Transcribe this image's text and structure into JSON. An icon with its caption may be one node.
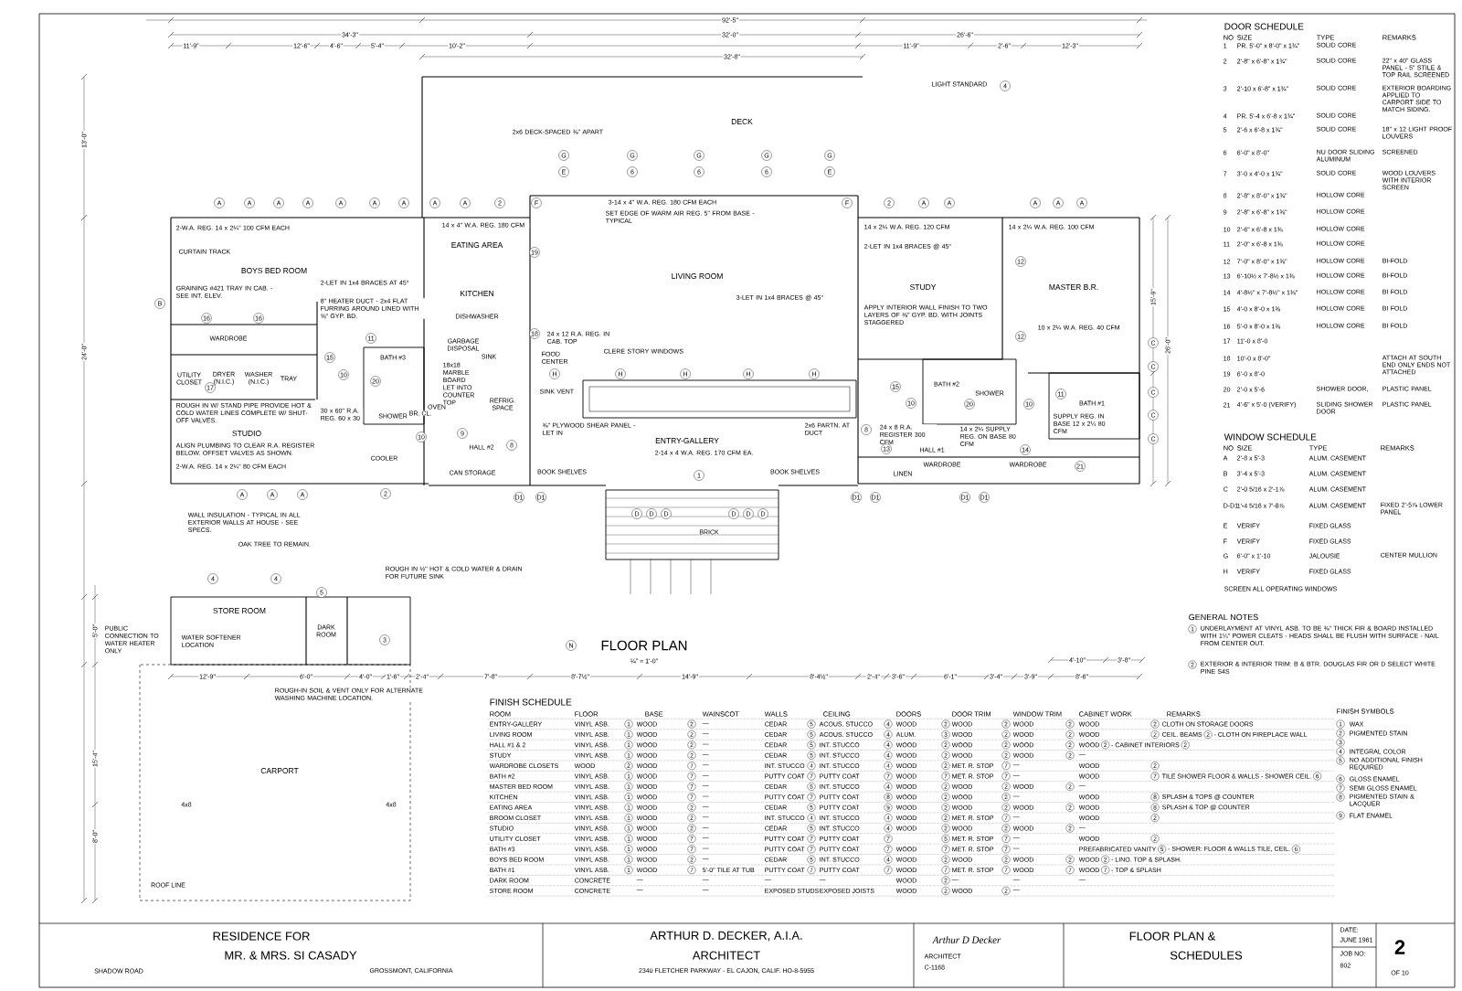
{
  "diagram": {
    "labels": [
      "92'-5\"",
      "34'-3\"",
      "32'-0\"",
      "26'-6\"",
      "11'-9\"",
      "12'-6\"",
      "4'-6\"",
      "5'-4\"",
      "10'-2\"",
      "11'-9\"",
      "2'-6\"",
      "12'-3\"",
      "32'-8\"",
      "12'-9\"",
      "6'-0\"",
      "4'-0\"",
      "1'-6\"",
      "2'-4\"",
      "7'-8\"",
      "8'-7½\"",
      "14'-9\"",
      "8'-4½\"",
      "2'-4\"",
      "3'-6\"",
      "6'-1\"",
      "3'-4\"",
      "3'-9\"",
      "8'-6\"",
      "4'-10\"",
      "3'-8\"",
      "13'-0\"",
      "24'-0\"",
      "5'-0\"",
      "15'-4\"",
      "8'-0\"",
      "15'-9\"",
      "26'-0\"",
      "DECK",
      "LIVING ROOM",
      "STUDY",
      "MASTER B.R.",
      "BOYS BED ROOM",
      "KITCHEN",
      "EATING AREA",
      "STUDIO",
      "ENTRY-GALLERY",
      "CARPORT",
      "STORE ROOM",
      "BATH #3",
      "BR. CL.",
      "HALL #2",
      "SHOWER",
      "WARDROBE",
      "UTILITY CLOSET",
      "DRYER (N.I.C.)",
      "WASHER (N.I.C.)",
      "TRAY",
      "DISHWASHER",
      "GARBAGE DISPOSAL",
      "SINK",
      "OVEN",
      "REFRIG. SPACE",
      "CAN STORAGE",
      "BOOK SHELVES",
      "BOOK SHELVES",
      "DARK ROOM",
      "BATH #2",
      "HALL #1",
      "BATH #1",
      "LINEN",
      "WARDROBE",
      "WARDROBE",
      "SHOWER",
      "BRICK",
      "4x8",
      "4x8",
      "ROOF LINE",
      "LIGHT STANDARD",
      "FLOOR PLAN",
      "¼\" = 1'-0\"",
      "2x6 DECK-SPACED ⅜\" APART",
      "3-14 x 4\" W.A. REG. 180 CFM EACH",
      "SET EDGE OF WARM AIR REG. 5\" FROM BASE - TYPICAL",
      "14 x 4\" W.A. REG. 180 CFM",
      "2-W.A. REG. 14 x 2¼\" 100 CFM EACH",
      "CURTAIN TRACK",
      "GRAINING #421 TRAY IN CAB. - SEE INT. ELEV.",
      "2-LET IN 1x4 BRACES AT 45°",
      "8\" HEATER DUCT - 2x4 FLAT FURRING AROUND LINED WITH ⅝\" GYP. BD.",
      "ROUGH IN W/ STAND PIPE PROVIDE HOT & COLD WATER LINES COMPLETE W/ SHUT-OFF VALVES.",
      "30 x 60\" R.A. REG. 60 x 30",
      "ALIGN PLUMBING TO CLEAR R.A. REGISTER BELOW. OFFSET VALVES AS SHOWN.",
      "2-W.A. REG. 14 x 2¼\" 80 CFM EACH",
      "COOLER",
      "WALL INSULATION - TYPICAL IN ALL EXTERIOR WALLS AT HOUSE - SEE SPECS.",
      "OAK TREE TO REMAIN.",
      "ROUGH IN ½\" HOT & COLD WATER & DRAIN FOR FUTURE SINK",
      "PUBLIC CONNECTION TO WATER HEATER ONLY",
      "WATER SOFTENER LOCATION",
      "ROUGH-IN SOIL & VENT ONLY FOR ALTERNATE WASHING MACHINE LOCATION.",
      "24 x 12 R.A. REG. IN CAB. TOP",
      "FOOD CENTER",
      "CLERE STORY WINDOWS",
      "18x18 MARBLE BOARD LET INTO COUNTER TOP",
      "SINK VENT",
      "⅜\" PLYWOOD SHEAR PANEL - LET IN",
      "3-LET IN 1x4 BRACES @ 45°",
      "2x6 PARTN. AT DUCT",
      "2-14 x 4 W.A. REG. 170 CFM EA.",
      "14 x 2¼ W.A. REG. 120 CFM",
      "2-LET IN 1x4 BRACES @ 45°",
      "14 x 2¼ W.A. REG. 100 CFM",
      "APPLY INTERIOR WALL FINISH TO TWO LAYERS OF ⅜\" GYP. BD. WITH JOINTS STAGGERED",
      "10 x 2¼ W.A. REG. 40 CFM",
      "24 x 8 R.A. REGISTER 300 CFM",
      "14 x 2¼ SUPPLY REG. ON BASE 80 CFM",
      "SUPPLY REG. IN BASE 12 x 2¼ 80 CFM",
      "A",
      "A",
      "A",
      "A",
      "A",
      "A",
      "A",
      "A",
      "A",
      "2",
      "F",
      "F",
      "2",
      "A",
      "A",
      "A",
      "A",
      "A",
      "G",
      "G",
      "G",
      "G",
      "G",
      "E",
      "6",
      "6",
      "6",
      "E",
      "B",
      "16",
      "16",
      "17",
      "15",
      "10",
      "11",
      "20",
      "10",
      "9",
      "8",
      "19",
      "18",
      "H",
      "H",
      "H",
      "H",
      "H",
      "1",
      "D1",
      "D1",
      "D",
      "D",
      "D",
      "D",
      "D",
      "D",
      "D1",
      "D1",
      "D1",
      "D1",
      "A",
      "A",
      "A",
      "2",
      "C",
      "C",
      "C",
      "C",
      "C",
      "12",
      "12",
      "15",
      "10",
      "11",
      "20",
      "10",
      "13",
      "14",
      "21",
      "8",
      "4",
      "4",
      "5",
      "3",
      "4",
      "N",
      "DOOR SCHEDULE",
      "NO",
      "SIZE",
      "TYPE",
      "REMARKS",
      "1",
      "PR. 5'-0\" x 8'-0\" x 1¾\"",
      "SOLID CORE",
      "2",
      "2'-8\" x 6'-8\" x 1¾\"",
      "SOLID CORE",
      "22\" x 40\" GLASS PANEL - 5\" STILE & TOP RAIL SCREENED",
      "3",
      "2'-10 x 6'-8\" x 1¾\"",
      "SOLID CORE",
      "EXTERIOR BOARDING APPLIED TO CARPORT SIDE TO MATCH SIDING.",
      "4",
      "PR. 5'-4 x 6'-8 x 1¾\"",
      "SOLID CORE",
      "5",
      "2'-6 x 6'-8 x 1¾\"",
      "SOLID CORE",
      "18\" x 12 LIGHT PROOF LOUVERS",
      "6",
      "6'-0\" x 8'-0\"",
      "NU DOOR SLIDING ALUMINUM",
      "SCREENED",
      "7",
      "3'-0 x 4'-0 x 1¾\"",
      "SOLID CORE",
      "WOOD LOUVERS WITH INTERIOR SCREEN",
      "8",
      "2'-8\" x 8'-0\" x 1¾\"",
      "HOLLOW CORE",
      "9",
      "2'-8\" x 6'-8\" x 1⅜\"",
      "HOLLOW CORE",
      "10",
      "2'-6\" x 6'-8 x 1⅜",
      "HOLLOW CORE",
      "11",
      "2'-0\" x 6'-8 x 1⅜",
      "HOLLOW CORE",
      "12",
      "7'-0\" x 8'-0\" x 1⅜\"",
      "HOLLOW CORE",
      "BI-FOLD",
      "13",
      "6'-10½ x 7'-8½ x 1⅜",
      "HOLLOW CORE",
      "BI-FOLD",
      "14",
      "4'-8½\" x 7'-8½\" x 1⅜\"",
      "HOLLOW CORE",
      "BI FOLD",
      "15",
      "4'-0 x 8'-0 x 1⅜",
      "HOLLOW CORE",
      "BI FOLD",
      "16",
      "5'-0 x 8'-0 x 1⅜",
      "HOLLOW CORE",
      "BI FOLD",
      "17",
      "11'-0 x 8'-0",
      "18",
      "10'-0 x 8'-0\"",
      "ATTACH AT SOUTH END ONLY ENDS NOT ATTACHED",
      "19",
      "6'-0 x 8'-0",
      "20",
      "2'-0 x 5'-6",
      "SHOWER DOOR,",
      "PLASTIC PANEL",
      "21",
      "4'-6\" x 5'-0 (VERIFY)",
      "SLIDING SHOWER DOOR",
      "PLASTIC PANEL",
      "WINDOW SCHEDULE",
      "NO",
      "SIZE",
      "TYPE",
      "REMARKS",
      "A",
      "2'-8 x 5'-3",
      "ALUM. CASEMENT",
      "B",
      "3'-4 x 5'-3",
      "ALUM. CASEMENT",
      "C",
      "2'-0 5/16 x 2'-1⅞",
      "ALUM. CASEMENT",
      "D-D1",
      "1'-4 5/16 x 7'-8⅞",
      "ALUM. CASEMENT",
      "FIXED 2'-5⅞ LOWER PANEL",
      "E",
      "VERIFY",
      "FIXED GLASS",
      "F",
      "VERIFY",
      "FIXED GLASS",
      "G",
      "6'-0\" x 1'-10",
      "JALOUSIE",
      "CENTER MULLION",
      "H",
      "VERIFY",
      "FIXED GLASS",
      "SCREEN ALL OPERATING WINDOWS",
      "GENERAL NOTES",
      "1",
      "UNDERLAYMENT AT VINYL ASB. TO BE ⅜\" THICK FIR & BOARD INSTALLED WITH 1¼\" POWER CLEATS - HEADS SHALL BE FLUSH WITH SURFACE - NAIL FROM CENTER OUT.",
      "2",
      "EXTERIOR & INTERIOR TRIM: B & BTR. DOUGLAS FIR OR D SELECT WHITE PINE S4S",
      "FINISH SCHEDULE",
      "ROOM",
      "FLOOR",
      "BASE",
      "WAINSCOT",
      "WALLS",
      "CEILING",
      "DOORS",
      "DOOR TRIM",
      "WINDOW TRIM",
      "CABINET WORK",
      "REMARKS",
      "ENTRY-GALLERY",
      "VINYL ASB.",
      "1",
      "WOOD",
      "2",
      "—",
      "CEDAR",
      "5",
      "ACOUS. STUCCO",
      "4",
      "WOOD",
      "2",
      "WOOD",
      "2",
      "WOOD",
      "2",
      "WOOD",
      "2",
      "CLOTH ON STORAGE DOORS",
      "LIVING ROOM",
      "VINYL ASB.",
      "1",
      "WOOD",
      "2",
      "—",
      "CEDAR",
      "5",
      "ACOUS. STUCCO",
      "4",
      "ALUM.",
      "3",
      "WOOD",
      "2",
      "WOOD",
      "2",
      "WOOD",
      "2",
      "CEIL. BEAMS",
      "2",
      "- CLOTH ON FIREPLACE WALL",
      "HALL #1 & 2",
      "VINYL ASB.",
      "1",
      "WOOD",
      "2",
      "—",
      "CEDAR",
      "5",
      "INT. STUCCO",
      "4",
      "WOOD",
      "2",
      "WOOD",
      "2",
      "WOOD",
      "2",
      "WOOD",
      "2",
      "- CABINET INTERIORS",
      "2",
      "STUDY",
      "VINYL ASB.",
      "1",
      "WOOD",
      "2",
      "—",
      "CEDAR",
      "5",
      "INT. STUCCO",
      "4",
      "WOOD",
      "2",
      "WOOD",
      "2",
      "WOOD",
      "2",
      "—",
      "WARDROBE CLOSETS",
      "WOOD",
      "2",
      "WOOD",
      "7",
      "—",
      "INT. STUCCO",
      "4",
      "INT. STUCCO",
      "4",
      "WOOD",
      "2",
      "MET. R. STOP",
      "7",
      "—",
      "WOOD",
      "2",
      "BATH #2",
      "VINYL ASB.",
      "1",
      "WOOD",
      "7",
      "—",
      "PUTTY COAT",
      "7",
      "PUTTY COAT",
      "7",
      "WOOD",
      "7",
      "MET. R. STOP",
      "7",
      "—",
      "WOOD",
      "7",
      "TILE SHOWER FLOOR & WALLS - SHOWER CEIL.",
      "6",
      "MASTER BED ROOM",
      "VINYL ASB.",
      "1",
      "WOOD",
      "7",
      "—",
      "CEDAR",
      "5",
      "INT. STUCCO",
      "4",
      "WOOD",
      "2",
      "WOOD",
      "2",
      "WOOD",
      "2",
      "—",
      "KITCHEN",
      "VINYL ASB.",
      "1",
      "WOOD",
      "7",
      "—",
      "PUTTY COAT",
      "7",
      "PUTTY COAT",
      "8",
      "WOOD",
      "2",
      "WOOD",
      "2",
      "—",
      "WOOD",
      "8",
      "SPLASH & TOPS @ COUNTER",
      "EATING AREA",
      "VINYL ASB.",
      "1",
      "WOOD",
      "2",
      "—",
      "CEDAR",
      "5",
      "PUTTY COAT",
      "9",
      "WOOD",
      "2",
      "WOOD",
      "2",
      "WOOD",
      "2",
      "WOOD",
      "8",
      "SPLASH & TOP @ COUNTER",
      "BROOM CLOSET",
      "VINYL ASB.",
      "1",
      "WOOD",
      "2",
      "—",
      "INT. STUCCO",
      "4",
      "INT. STUCCO",
      "4",
      "WOOD",
      "2",
      "MET. R. STOP",
      "7",
      "—",
      "WOOD",
      "2",
      "STUDIO",
      "VINYL ASB.",
      "1",
      "WOOD",
      "2",
      "—",
      "CEDAR",
      "5",
      "INT. STUCCO",
      "4",
      "WOOD",
      "2",
      "WOOD",
      "2",
      "WOOD",
      "2",
      "—",
      "UTILITY CLOSET",
      "VINYL ASB.",
      "1",
      "WOOD",
      "7",
      "—",
      "PUTTY COAT",
      "7",
      "PUTTY COAT",
      "7",
      "5",
      "MET. R. STOP",
      "7",
      "—",
      "WOOD",
      "2",
      "BATH #3",
      "VINYL ASB.",
      "1",
      "WOOD",
      "7",
      "—",
      "PUTTY COAT",
      "7",
      "PUTTY COAT",
      "7",
      "WOOD",
      "7",
      "MET. R. STOP",
      "7",
      "—",
      "PREFABRICATED VANITY",
      "5",
      "- SHOWER: FLOOR & WALLS TILE, CEIL.",
      "6",
      "BOYS BED ROOM",
      "VINYL ASB.",
      "1",
      "WOOD",
      "2",
      "—",
      "CEDAR",
      "5",
      "INT. STUCCO",
      "4",
      "WOOD",
      "2",
      "WOOD",
      "2",
      "WOOD",
      "2",
      "WOOD",
      "2",
      "- LINO. TOP & SPLASH.",
      "BATH #1",
      "VINYL ASB.",
      "1",
      "WOOD",
      "7",
      "5'-0\" TILE AT TUB",
      "PUTTY COAT",
      "7",
      "PUTTY COAT",
      "7",
      "WOOD",
      "7",
      "MET. R. STOP",
      "7",
      "WOOD",
      "7",
      "WOOD",
      "7",
      "- TOP & SPLASH",
      "DARK ROOM",
      "CONCRETE",
      "—",
      "—",
      "—",
      "—",
      "WOOD",
      "2",
      "—",
      "—",
      "—",
      "STORE ROOM",
      "CONCRETE",
      "—",
      "—",
      "EXPOSED STUDS",
      "EXPOSED JOISTS",
      "WOOD",
      "2",
      "WOOD",
      "2",
      "—",
      "FINISH SYMBOLS",
      "1",
      "WAX",
      "2",
      "PIGMENTED STAIN",
      "3",
      "4",
      "INTEGRAL COLOR",
      "5",
      "NO ADDITIONAL FINISH REQUIRED",
      "6",
      "GLOSS ENAMEL",
      "7",
      "SEMI GLOSS ENAMEL",
      "8",
      "PIGMENTED STAIN & LACQUER",
      "9",
      "FLAT ENAMEL",
      "RESIDENCE FOR",
      "MR. & MRS. SI CASADY",
      "SHADOW ROAD",
      "GROSSMONT, CALIFORNIA",
      "ARTHUR D. DECKER, A.I.A.",
      "ARCHITECT",
      "2340 FLETCHER PARKWAY - EL CAJON, CALIF. HO-8-5955",
      "Arthur D Decker",
      "ARCHITECT",
      "C-1168",
      "FLOOR PLAN &",
      "SCHEDULES",
      "DATE:",
      "JUNE 1961",
      "JOB NO:",
      "602",
      "2",
      "OF 10"
    ]
  }
}
